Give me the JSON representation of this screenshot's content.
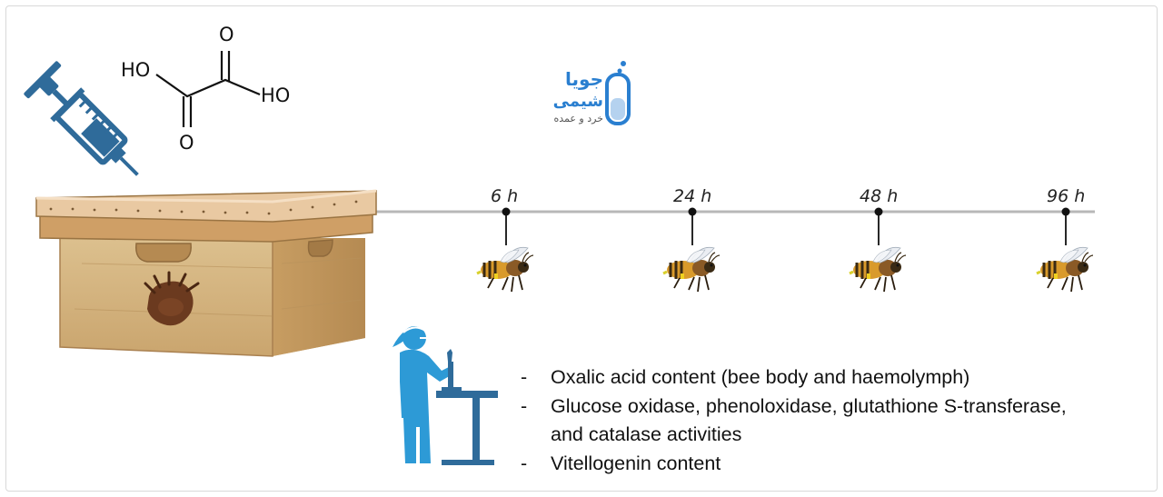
{
  "chemical": {
    "hydroxyl_top": "HO",
    "hydroxyl_right": "HO",
    "oxygen_top": "O",
    "oxygen_bottom": "O"
  },
  "logo": {
    "line1": "جویا",
    "line2": "شیمی",
    "line3": "خرد و عمده"
  },
  "timeline": {
    "points": [
      {
        "label": "6 h"
      },
      {
        "label": "24 h"
      },
      {
        "label": "48 h"
      },
      {
        "label": "96 h"
      }
    ]
  },
  "measurements": [
    "Oxalic acid content (bee body and haemolymph)",
    "Glucose oxidase, phenoloxidase, glutathione S-transferase,",
    "and catalase activities",
    "Vitellogenin content"
  ],
  "colors": {
    "syringe": "#2f6b9a",
    "scientist": "#2d9ad6",
    "hive_wood": "#d8b884",
    "hive_lid": "#e9c9a2",
    "mite": "#6b3a1f",
    "timeline": "#b8b8b8",
    "logo": "#2a7fd0"
  },
  "icons": [
    "syringe-icon",
    "oxalic-acid-structure",
    "beehive-icon",
    "varroa-mite-icon",
    "honeybee-icon",
    "scientist-icon",
    "lab-bench-icon"
  ]
}
